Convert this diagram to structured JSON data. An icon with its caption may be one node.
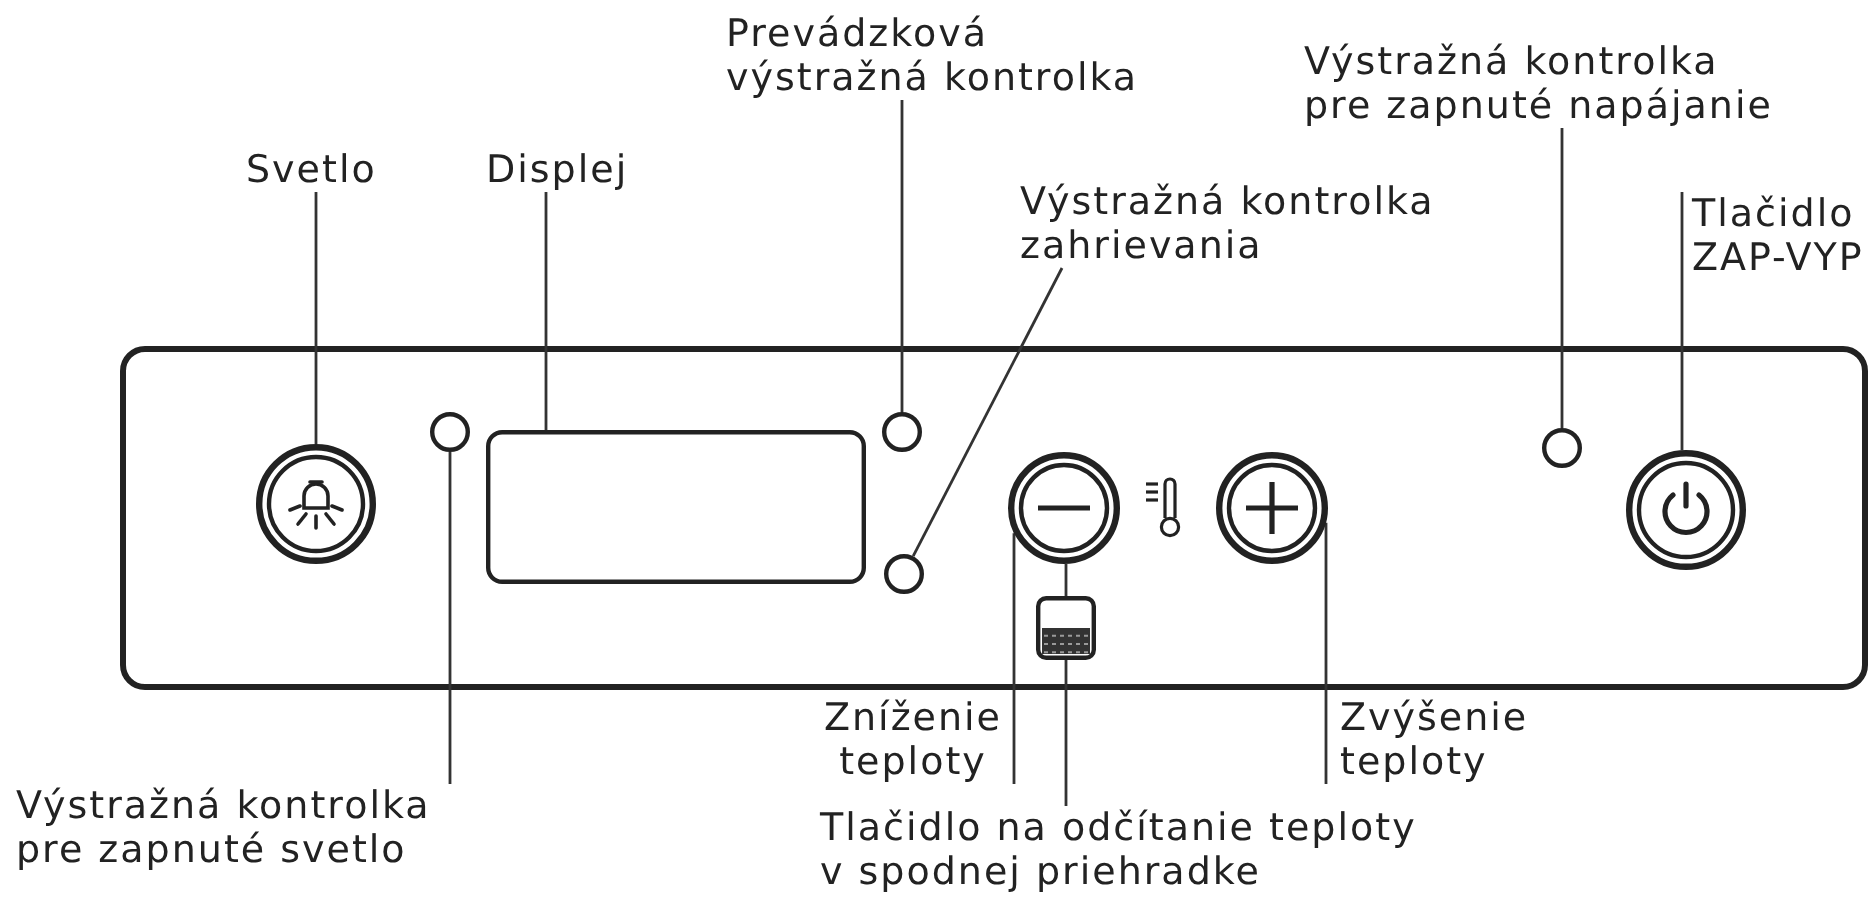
{
  "diagram": {
    "nodes": [
      {
        "text": [
          "Svetlo"
        ]
      },
      {
        "text": [
          "Displej"
        ]
      },
      {
        "text": [
          "Prevádzková výstražná kontrolka"
        ]
      },
      {
        "text": [
          "Výstražná kontrolka zahrievania"
        ]
      },
      {
        "text": [
          "Výstražná kontrolka pre zapnuté napájanie"
        ]
      },
      {
        "text": [
          "Tlačidlo ZAP-VYP"
        ]
      },
      {
        "text": [],
        "shape": "circle"
      },
      {
        "text": [],
        "shape": "circle"
      },
      {
        "text": [],
        "shape": "box"
      },
      {
        "text": [],
        "shape": "circle"
      },
      {
        "text": [],
        "shape": "circle"
      },
      {
        "text": [],
        "shape": "circle"
      },
      {
        "text": [],
        "shape": "box"
      },
      {
        "text": [],
        "shape": "circle"
      },
      {
        "text": [],
        "shape": "circle"
      },
      {
        "text": [],
        "shape": "circle"
      },
      {
        "text": [
          "Výstražná kontrolka pre zapnuté svetlo"
        ]
      },
      {
        "text": [
          "Zníženie teploty"
        ]
      },
      {
        "text": [
          "Tlačidlo na odčítanie teploty v spodnej priehradke"
        ]
      },
      {
        "text": [
          "Zvýšenie teploty"
        ]
      }
    ],
    "edges": [
      {
        "from": 0,
        "to": 6,
        "arrow": "none"
      },
      {
        "from": 1,
        "to": 8,
        "arrow": "none"
      },
      {
        "from": 2,
        "to": 9,
        "arrow": "none"
      },
      {
        "from": 3,
        "to": 10,
        "arrow": "none"
      },
      {
        "from": 4,
        "to": 14,
        "arrow": "none"
      },
      {
        "from": 5,
        "to": 15,
        "arrow": "none"
      },
      {
        "from": 16,
        "to": 7,
        "arrow": "none"
      },
      {
        "from": 17,
        "to": 11,
        "arrow": "none"
      },
      {
        "from": 18,
        "to": 12,
        "arrow": "none"
      },
      {
        "from": 12,
        "to": 11,
        "arrow": "none"
      },
      {
        "from": 19,
        "to": 13,
        "arrow": "none"
      }
    ]
  }
}
